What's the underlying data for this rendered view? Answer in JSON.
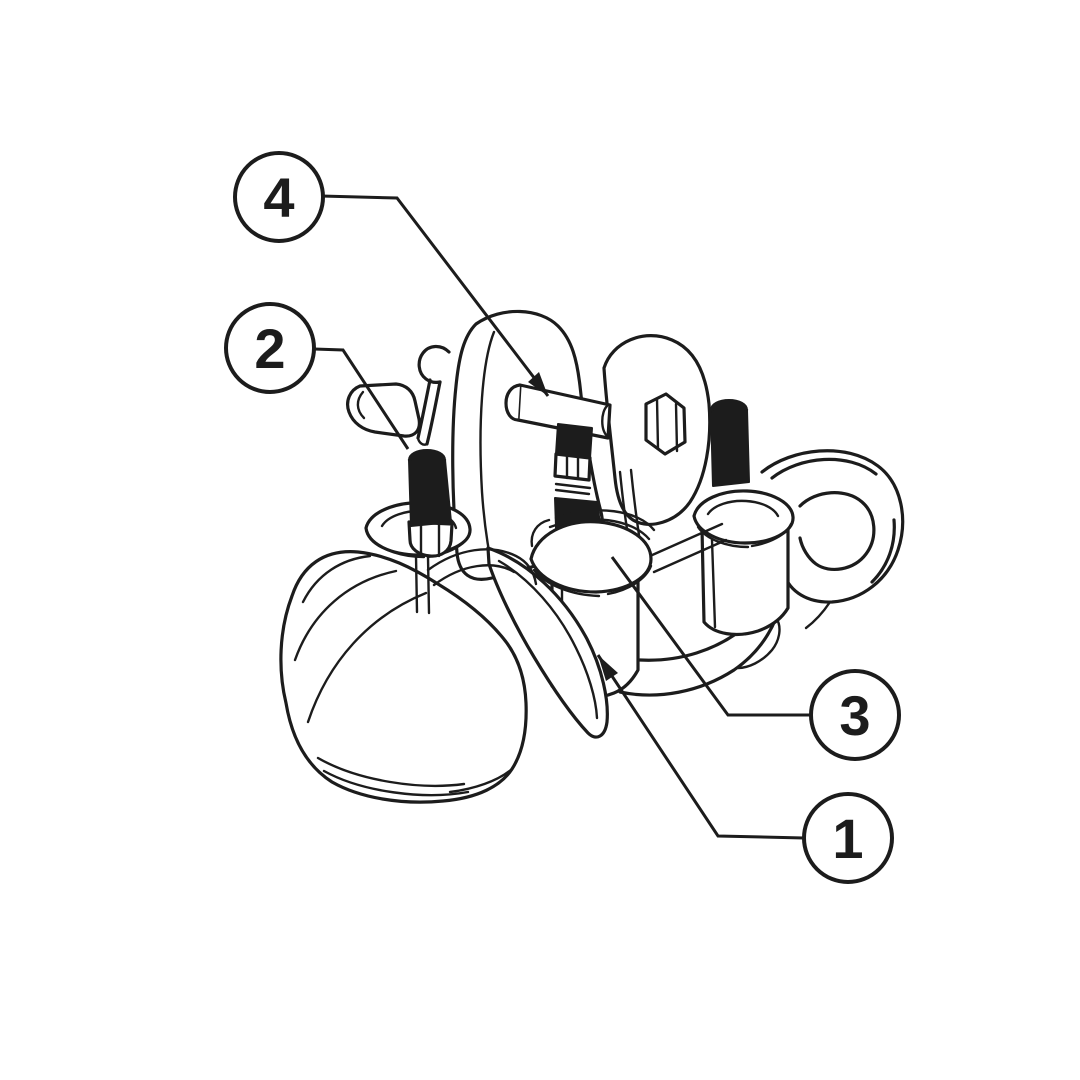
{
  "diagram": {
    "kind": "exploded-parts-line-drawing",
    "background_color": "#ffffff",
    "line_color": "#1c1c1c",
    "callouts": [
      {
        "label": "1"
      },
      {
        "label": "2"
      },
      {
        "label": "3"
      },
      {
        "label": "4"
      }
    ]
  }
}
